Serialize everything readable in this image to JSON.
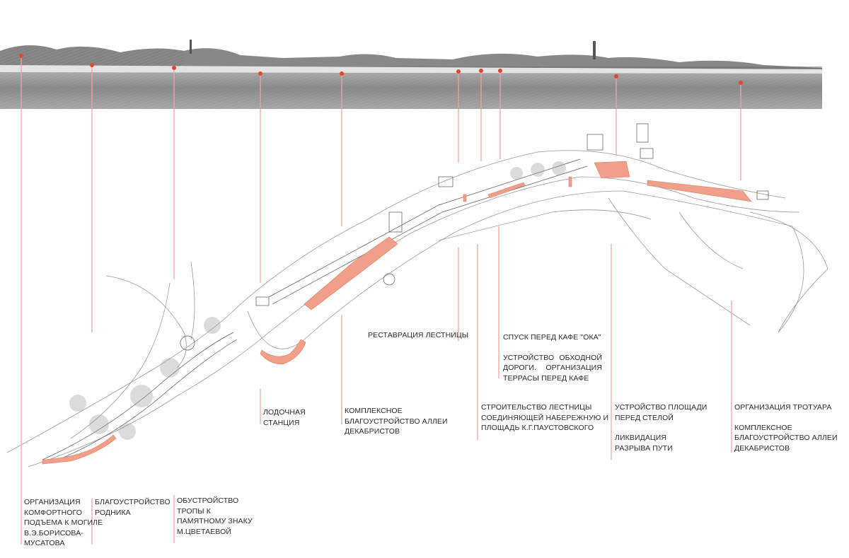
{
  "colors": {
    "accent": "#e8442f",
    "leader": "#f2a3a3",
    "highlight": "#f0a08a"
  },
  "labels": {
    "grave": "ОРГАНИЗАЦИЯ\nКОМФОРТНОГО\nПОДЪЕМА К МОГИЛЕ\nВ.Э.БОРИСОВА-\nМУСАТОВА",
    "spring": "БЛАГОУСТРОЙСТВО\nРОДНИКА",
    "trail": "ОБУСТРОЙСТВО\nТРОПЫ К\nПАМЯТНОМУ ЗНАКУ\nМ.ЦВЕТАЕВОЙ",
    "boat": "ЛОДОЧНАЯ\nСТАНЦИЯ",
    "alley1": "КОМПЛЕКСНОЕ\nБЛАГОУСТРОЙСТВО АЛЛЕИ\nДЕКАБРИСТОВ",
    "stairs_restore": "РЕСТАВРАЦИЯ ЛЕСТНИЦЫ",
    "cafe_descent": "СПУСК ПЕРЕД КАФЕ \"ОКА\"",
    "bypass": "УСТРОЙСТВО ОБХОДНОЙ ДОРОГИ. ОРГАНИЗАЦИЯ ТЕРРАСЫ ПЕРЕД КАФЕ",
    "stairs_build": "СТРОИТЕЛЬСТВО ЛЕСТНИЦЫ\nСОЕДИНЯЮЩЕЙ НАБЕРЕЖНУЮ И\nПЛОЩАДЬ К.Г.ПАУСТОВСКОГО",
    "square": "УСТРОЙСТВО ПЛОЩАДИ\nПЕРЕД СТЕЛОЙ",
    "gap_fix": "ЛИКВИДАЦИЯ\nРАЗРЫВА ПУТИ",
    "sidewalk": "ОРГАНИЗАЦИЯ ТРОТУАРА",
    "alley2": "КОМПЛЕКСНОЕ\nБЛАГОУСТРОЙСТВО АЛЛЕИ\nДЕКАБРИСТОВ"
  }
}
